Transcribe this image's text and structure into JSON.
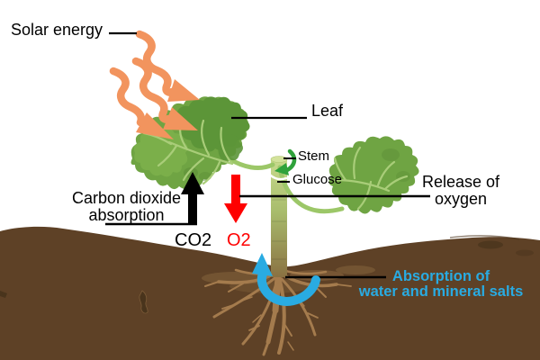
{
  "labels": {
    "solar_energy": "Solar energy",
    "leaf": "Leaf",
    "stem": "Stem",
    "glucose": "Glucose",
    "carbon_dioxide": {
      "line1": "Carbon dioxide",
      "line2": "absorption"
    },
    "co2": "CO2",
    "o2": "O2",
    "release_oxygen": {
      "line1": "Release of",
      "line2": "oxygen"
    },
    "absorption_water": {
      "line1": "Absorption of",
      "line2": "water and mineral salts"
    }
  },
  "colors": {
    "background": "#FFFFFF",
    "text_black": "#000000",
    "solar_arrow_orange": "#F2945E",
    "leaf_green": "#6FA443",
    "leaf_dark_green": "#5C9538",
    "leaf_bright_green": "#7CB04B",
    "leaf_highlight": "#A9CD79",
    "petiole_green": "#9CC768",
    "stem_light": "#C9DB8E",
    "stem_mid": "#A8BC6C",
    "stem_base_brown": "#8A7142",
    "soil_brown": "#5E4126",
    "soil_dark_spot": "#49341C",
    "root_tan": "#A47B4D",
    "o2_red": "#FE0000",
    "glucose_green": "#2FA23B",
    "water_cyan": "#29ABE2"
  }
}
